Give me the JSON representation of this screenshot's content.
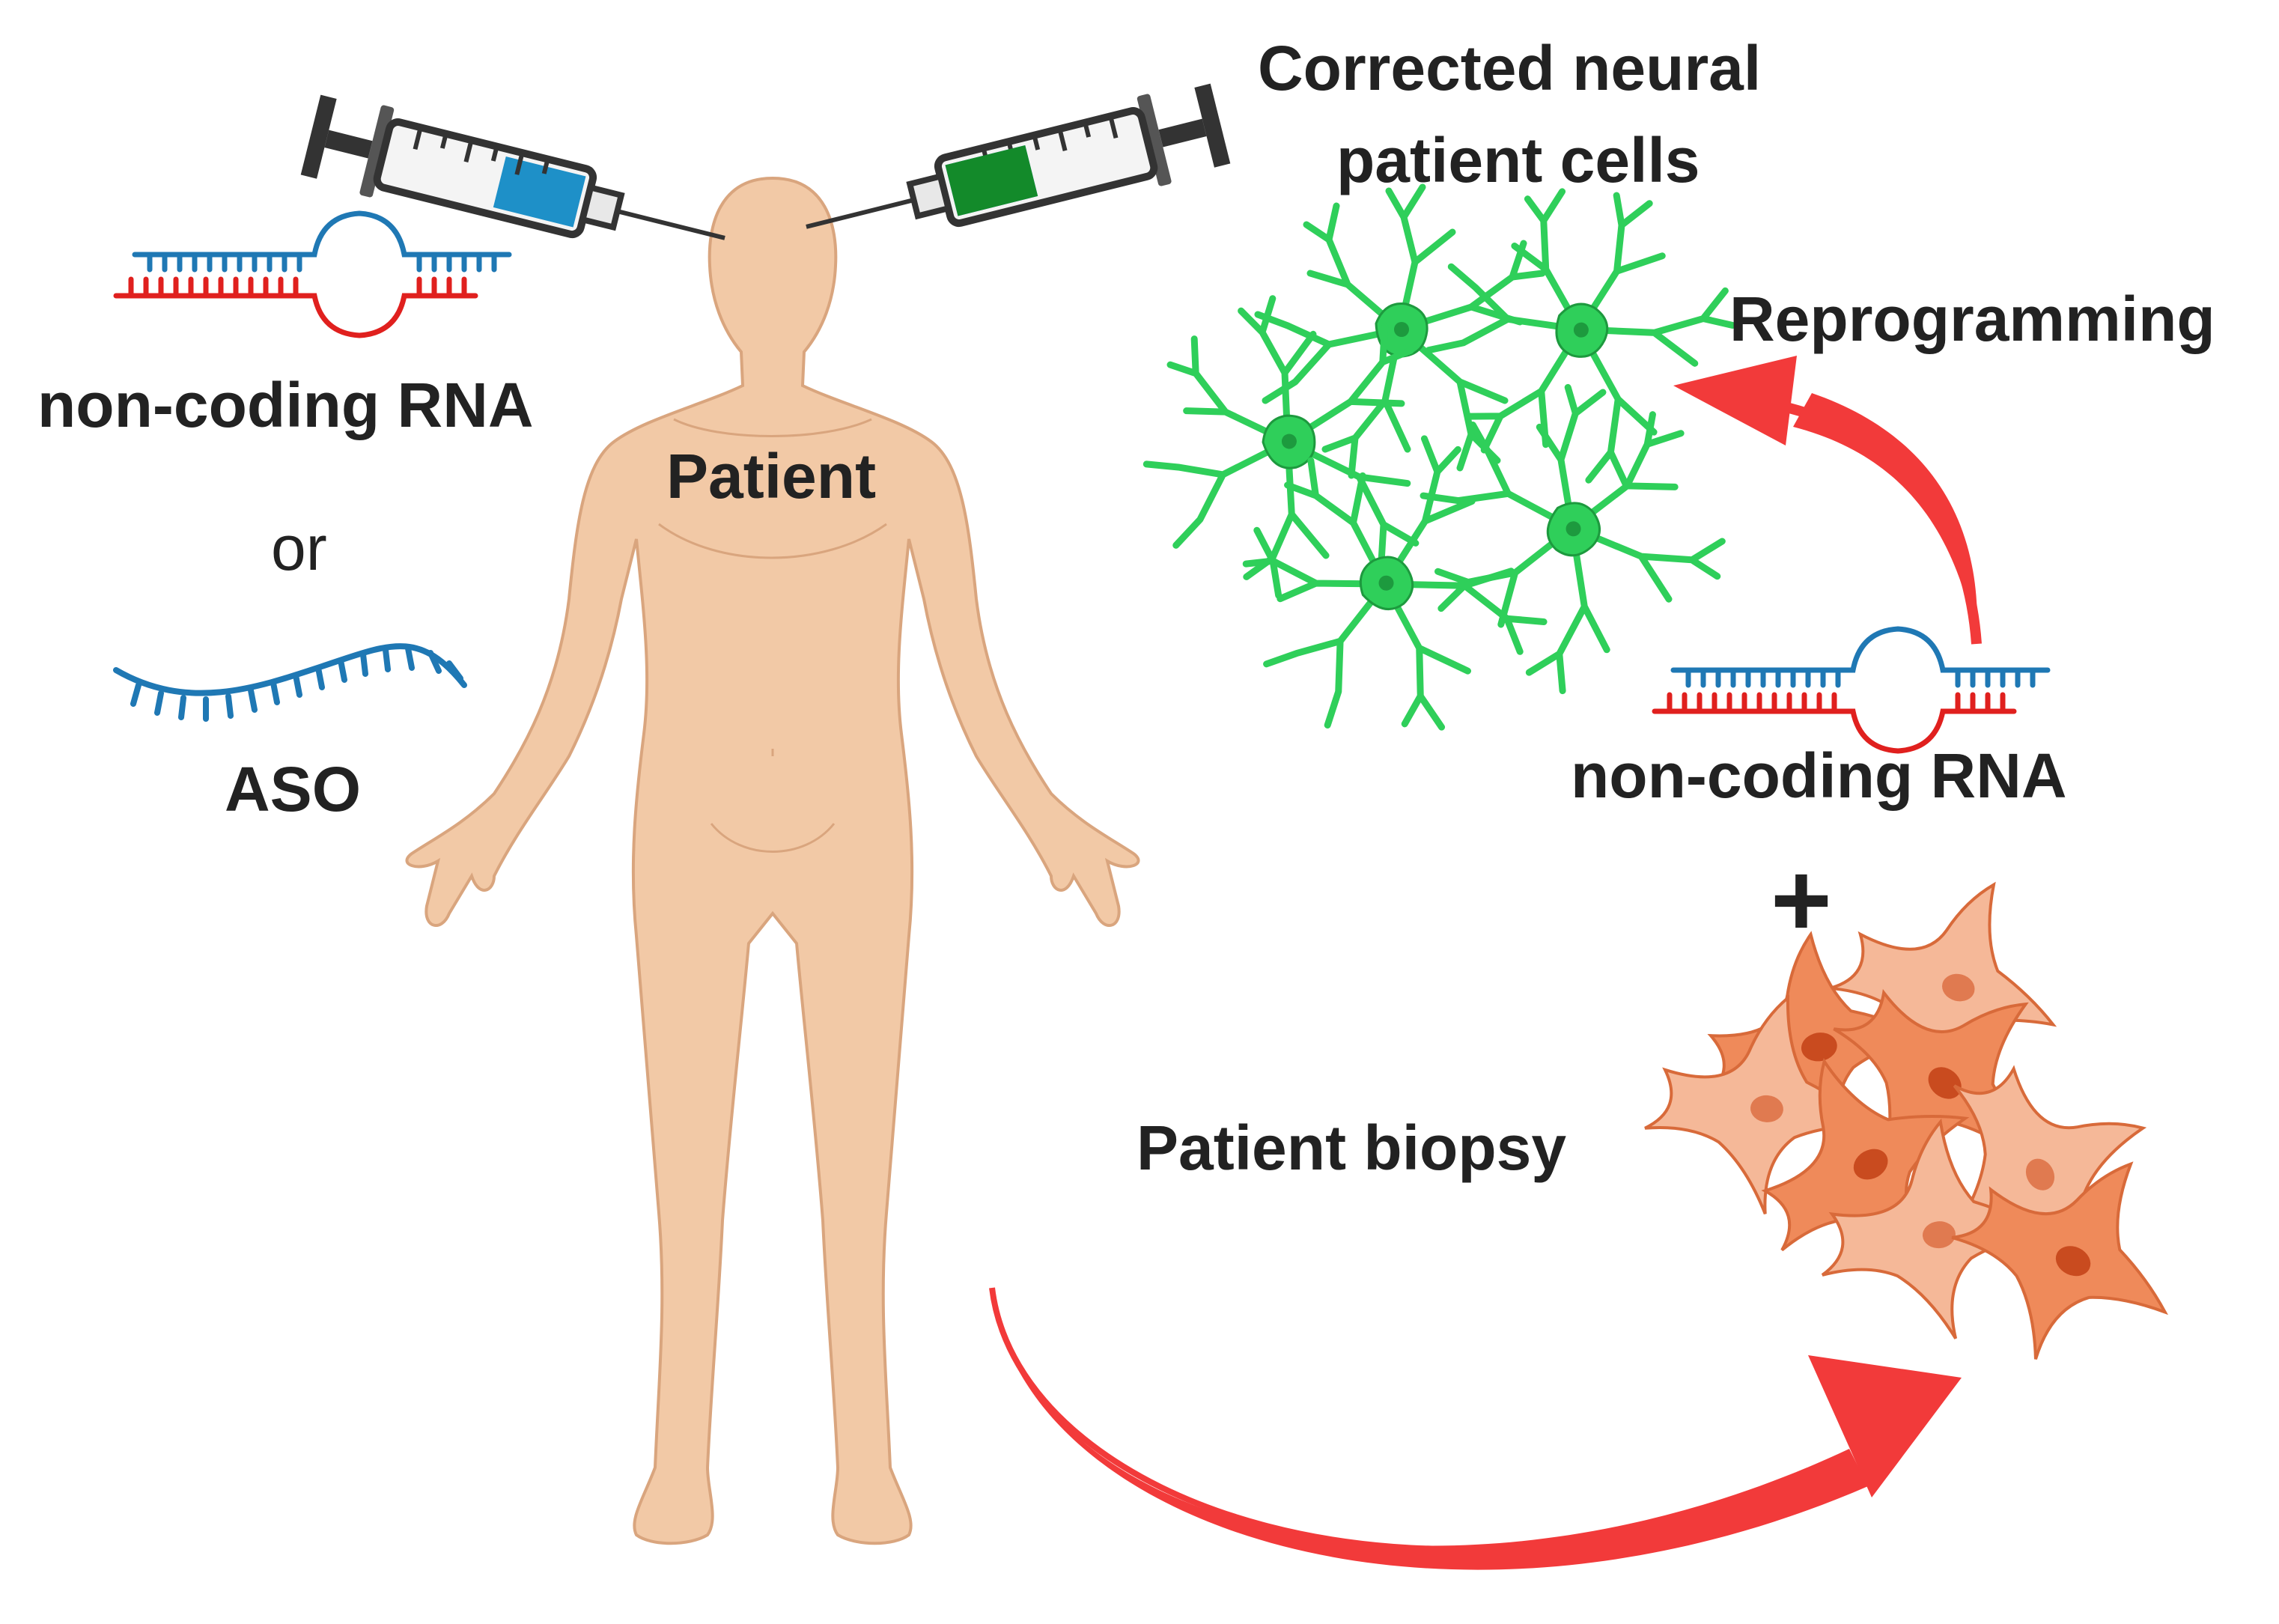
{
  "labels": {
    "noncoding_left": "non-coding RNA",
    "or": "or",
    "aso": "ASO",
    "patient": "Patient",
    "corrected_line1": "Corrected neural",
    "corrected_line2": "patient cells",
    "reprogramming": "Reprogramming",
    "noncoding_right": "non-coding RNA",
    "plus": "+",
    "biopsy": "Patient biopsy"
  },
  "colors": {
    "skin": "#f2c9a6",
    "skin_outline": "#d9a57e",
    "neuron": "#2fcf5a",
    "neuron_dark": "#1d9a3e",
    "fibroblast": "#ef8a5a",
    "fibroblast_light": "#f5b898",
    "fibroblast_nucleus": "#c94b1f",
    "arrow": "#f23a3a",
    "rna_blue": "#1f78b4",
    "rna_red": "#e0201e",
    "syringe_blue": "#1e90c8",
    "syringe_green": "#138a2a"
  },
  "icons": [
    "syringe-icon",
    "rna-duplex-icon",
    "aso-strand-icon",
    "neuron-icon",
    "fibroblast-icon",
    "human-body-icon"
  ]
}
